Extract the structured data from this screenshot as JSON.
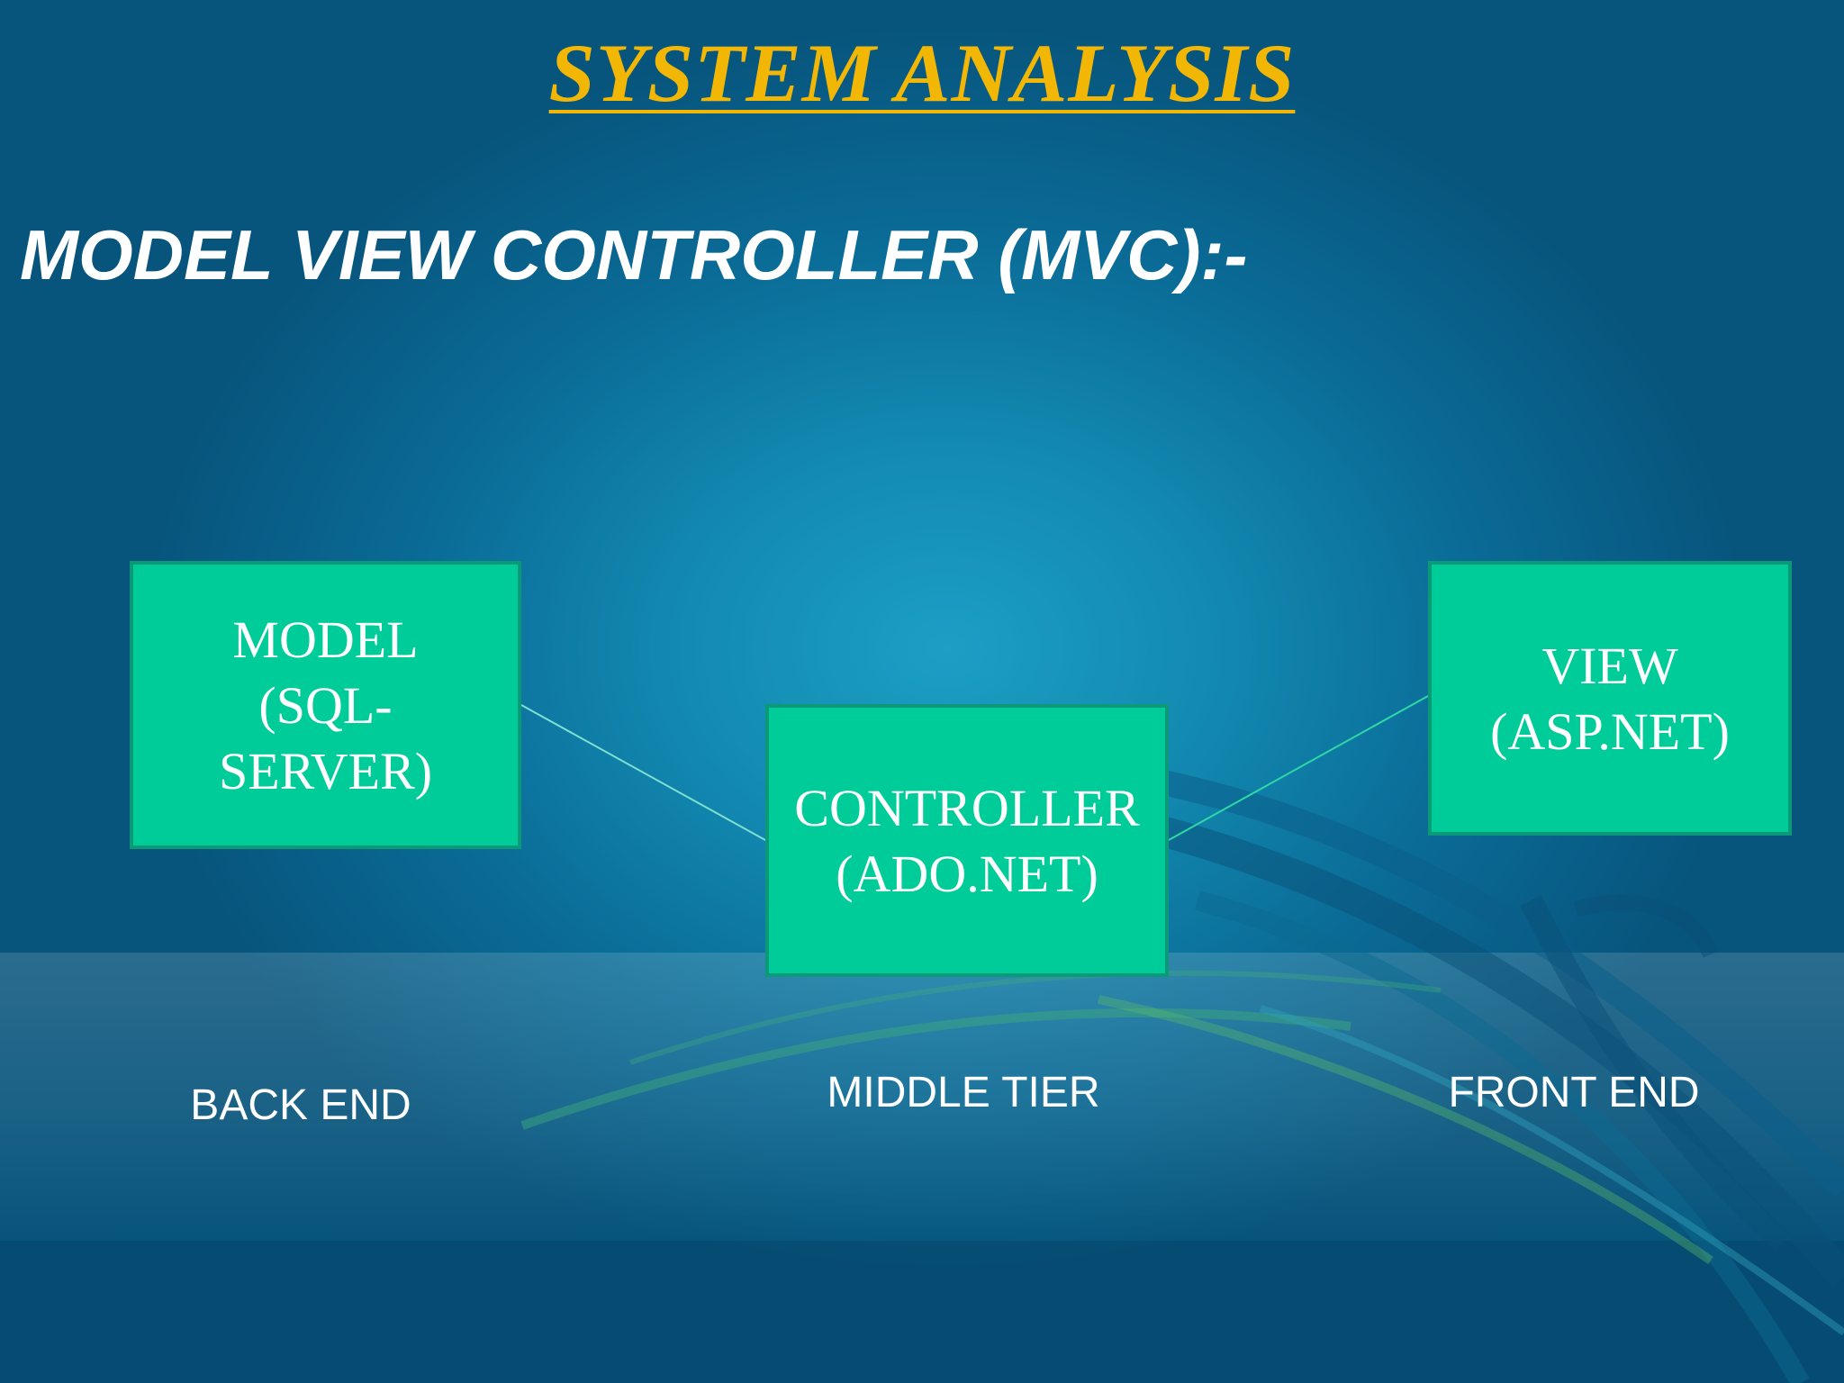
{
  "slide": {
    "title": "SYSTEM ANALYSIS",
    "subtitle": "MODEL VIEW CONTROLLER (MVC):-"
  },
  "diagram": {
    "nodes": [
      {
        "id": "model",
        "label": "MODEL\n(SQL-\nSERVER)"
      },
      {
        "id": "controller",
        "label": "CONTROLLER\n(ADO.NET)"
      },
      {
        "id": "view",
        "label": "VIEW\n(ASP.NET)"
      }
    ],
    "edges": [
      {
        "from": "model",
        "to": "controller"
      },
      {
        "from": "controller",
        "to": "view"
      }
    ],
    "tiers": {
      "back": "BACK END",
      "middle": "MIDDLE TIER",
      "front": "FRONT END"
    }
  },
  "colors": {
    "title": "#f2b705",
    "box_fill": "#00cc99",
    "box_border": "#0a9a78",
    "connector": "#7fe0d2",
    "background": "#0a6c97"
  }
}
